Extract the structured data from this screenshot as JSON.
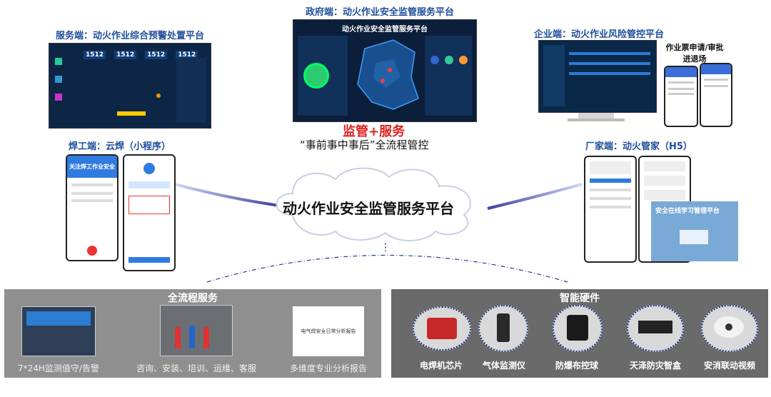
{
  "top": {
    "gov_title": "政府端：动火作业安全监管服务平台",
    "gov_screen_title": "动火作业安全监管服务平台",
    "service_title": "服务端：动火作业综合预警处置平台",
    "service_counts": [
      "1512",
      "1512",
      "1512",
      "1512"
    ],
    "enterprise_title": "企业端：动火作业风险管控平台",
    "enterprise_note": "作业票申请/审批\n进退场"
  },
  "middle": {
    "welder_title": "焊工端：云焊（小程序）",
    "welder_banner": "关注焊工作业安全",
    "manufacturer_title": "厂家端：动火管家（H5）",
    "manufacturer_banner": "安全在线学习管理平台",
    "red_label": "监管+服务",
    "sub_label": "“事前事中事后”全流程管控",
    "cloud_label": "动火作业安全监管服务平台"
  },
  "bottom_left": {
    "title": "全流程服务",
    "items": [
      {
        "caption": "7*24H监测值守/告警"
      },
      {
        "caption": "咨询、安装、培训、运维、客服"
      },
      {
        "caption": "多维度专业分析报告"
      }
    ],
    "report_text": "电气焊安全日常分析报告"
  },
  "bottom_right": {
    "title": "智能硬件",
    "items": [
      {
        "caption": "电焊机芯片"
      },
      {
        "caption": "气体监测仪"
      },
      {
        "caption": "防爆布控球"
      },
      {
        "caption": "天泽防灾智盒"
      },
      {
        "caption": "安消联动视频"
      }
    ]
  },
  "colors": {
    "title_blue": "#1f4e9c",
    "red": "#e0201e",
    "panel_gray": "#8f8f8f",
    "panel_dark": "#6a6a6a",
    "screen_navy": "#0b1e3a"
  }
}
